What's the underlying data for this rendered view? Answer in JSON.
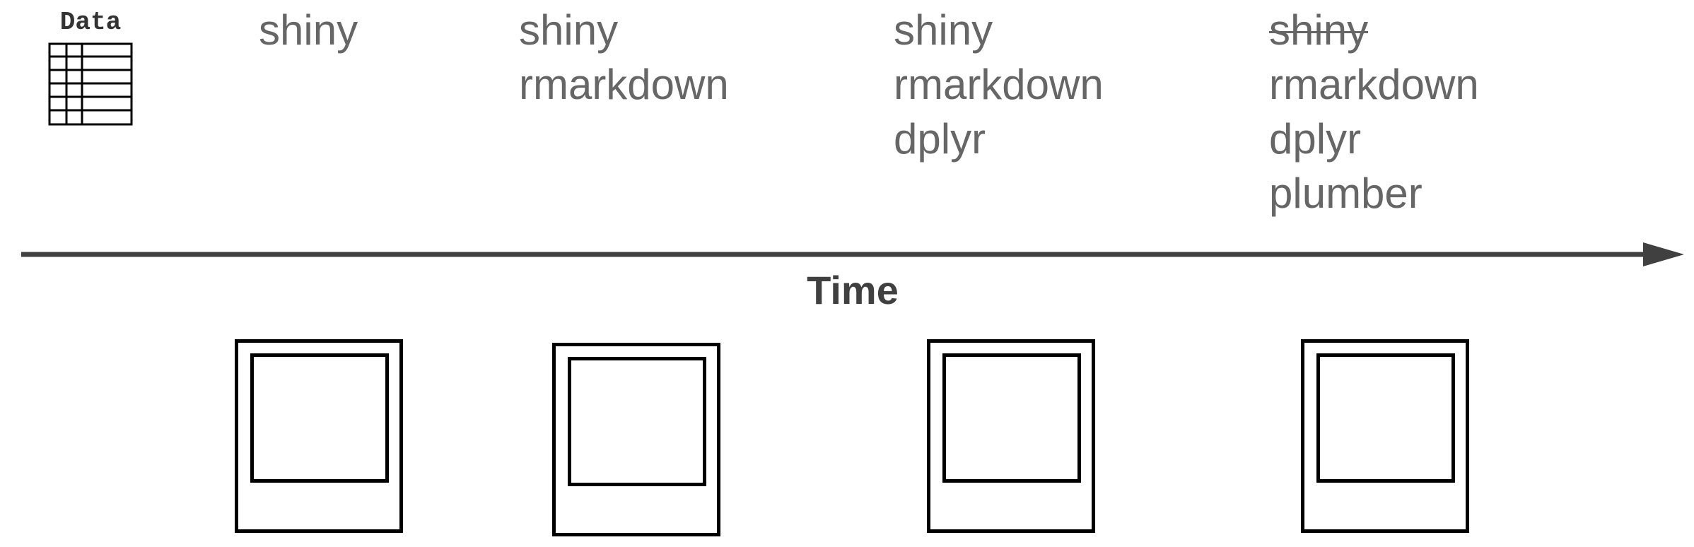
{
  "data_icon": {
    "label": "Data",
    "icon": "table-icon"
  },
  "package_lists": [
    {
      "items": [
        {
          "name": "shiny",
          "removed": false
        }
      ]
    },
    {
      "items": [
        {
          "name": "shiny",
          "removed": false
        },
        {
          "name": "rmarkdown",
          "removed": false
        }
      ]
    },
    {
      "items": [
        {
          "name": "shiny",
          "removed": false
        },
        {
          "name": "rmarkdown",
          "removed": false
        },
        {
          "name": "dplyr",
          "removed": false
        }
      ]
    },
    {
      "items": [
        {
          "name": "shiny",
          "removed": true
        },
        {
          "name": "rmarkdown",
          "removed": false
        },
        {
          "name": "dplyr",
          "removed": false
        },
        {
          "name": "plumber",
          "removed": false
        }
      ]
    }
  ],
  "timeline": {
    "label": "Time",
    "color": "#404040"
  },
  "snapshots": [
    {
      "icon": "photo-snapshot-icon"
    },
    {
      "icon": "photo-snapshot-icon"
    },
    {
      "icon": "photo-snapshot-icon"
    },
    {
      "icon": "photo-snapshot-icon"
    }
  ],
  "colors": {
    "package_text": "#666666",
    "outline": "#000000"
  }
}
